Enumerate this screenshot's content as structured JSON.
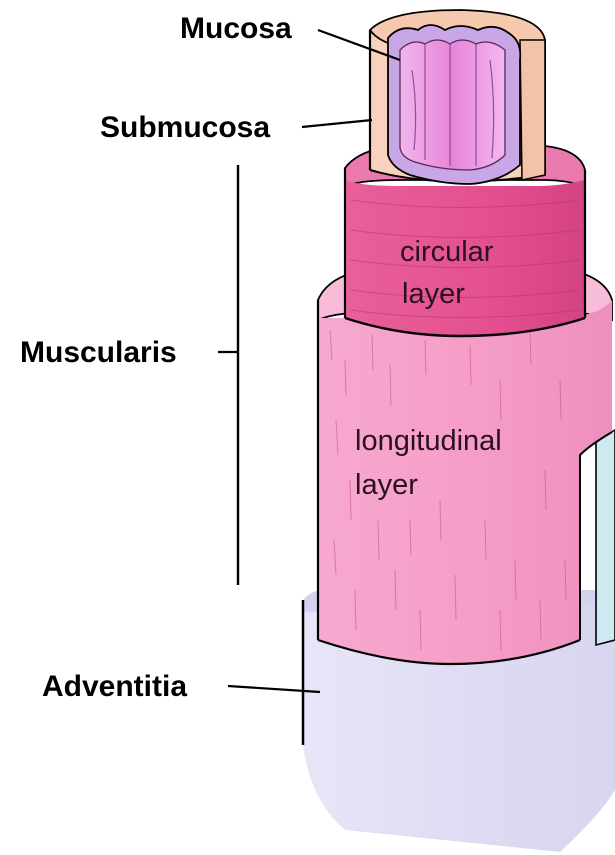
{
  "labels": {
    "mucosa": "Mucosa",
    "submucosa": "Submucosa",
    "muscularis": "Muscularis",
    "adventitia": "Adventitia"
  },
  "inner_labels": {
    "circular_line1": "circular",
    "circular_line2": "layer",
    "longitudinal_line1": "longitudinal",
    "longitudinal_line2": "layer"
  },
  "colors": {
    "mucosa_lumen": "#e58ad8",
    "mucosa_fold": "#c9a6e6",
    "submucosa": "#f8d2bc",
    "circular_muscle": "#e4508f",
    "circular_muscle_dark": "#c93a78",
    "longitudinal_muscle": "#f59ac6",
    "longitudinal_muscle_light": "#f7b3d6",
    "adventitia": "#dcdaf3",
    "adventitia_edge": "#c8c6ea"
  }
}
